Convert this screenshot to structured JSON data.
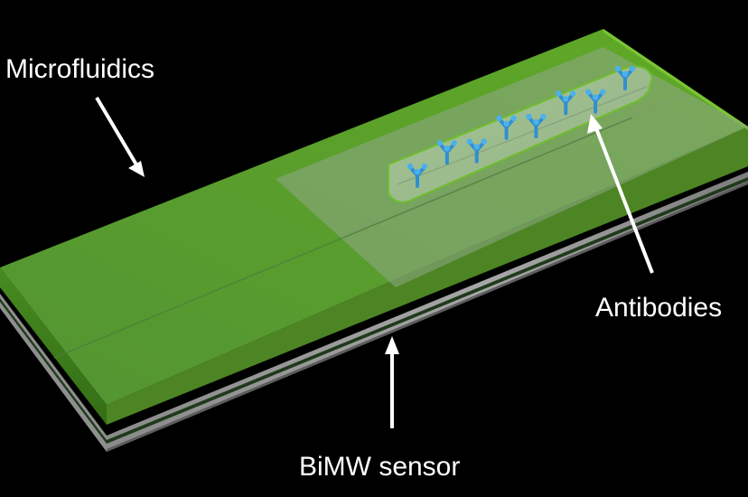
{
  "labels": {
    "microfluidics": "Microfluidics",
    "antibodies": "Antibodies",
    "bimw_sensor": "BiMW sensor"
  },
  "colors": {
    "background": "#000000",
    "microfluidic_green": "#6fbf2a",
    "sensor_gray": "#9a9a9a",
    "waveguide_dark": "#2f4a2a",
    "antibody_blue": "#2f8fd0",
    "label_text": "#ffffff"
  },
  "antibody_count": 8
}
